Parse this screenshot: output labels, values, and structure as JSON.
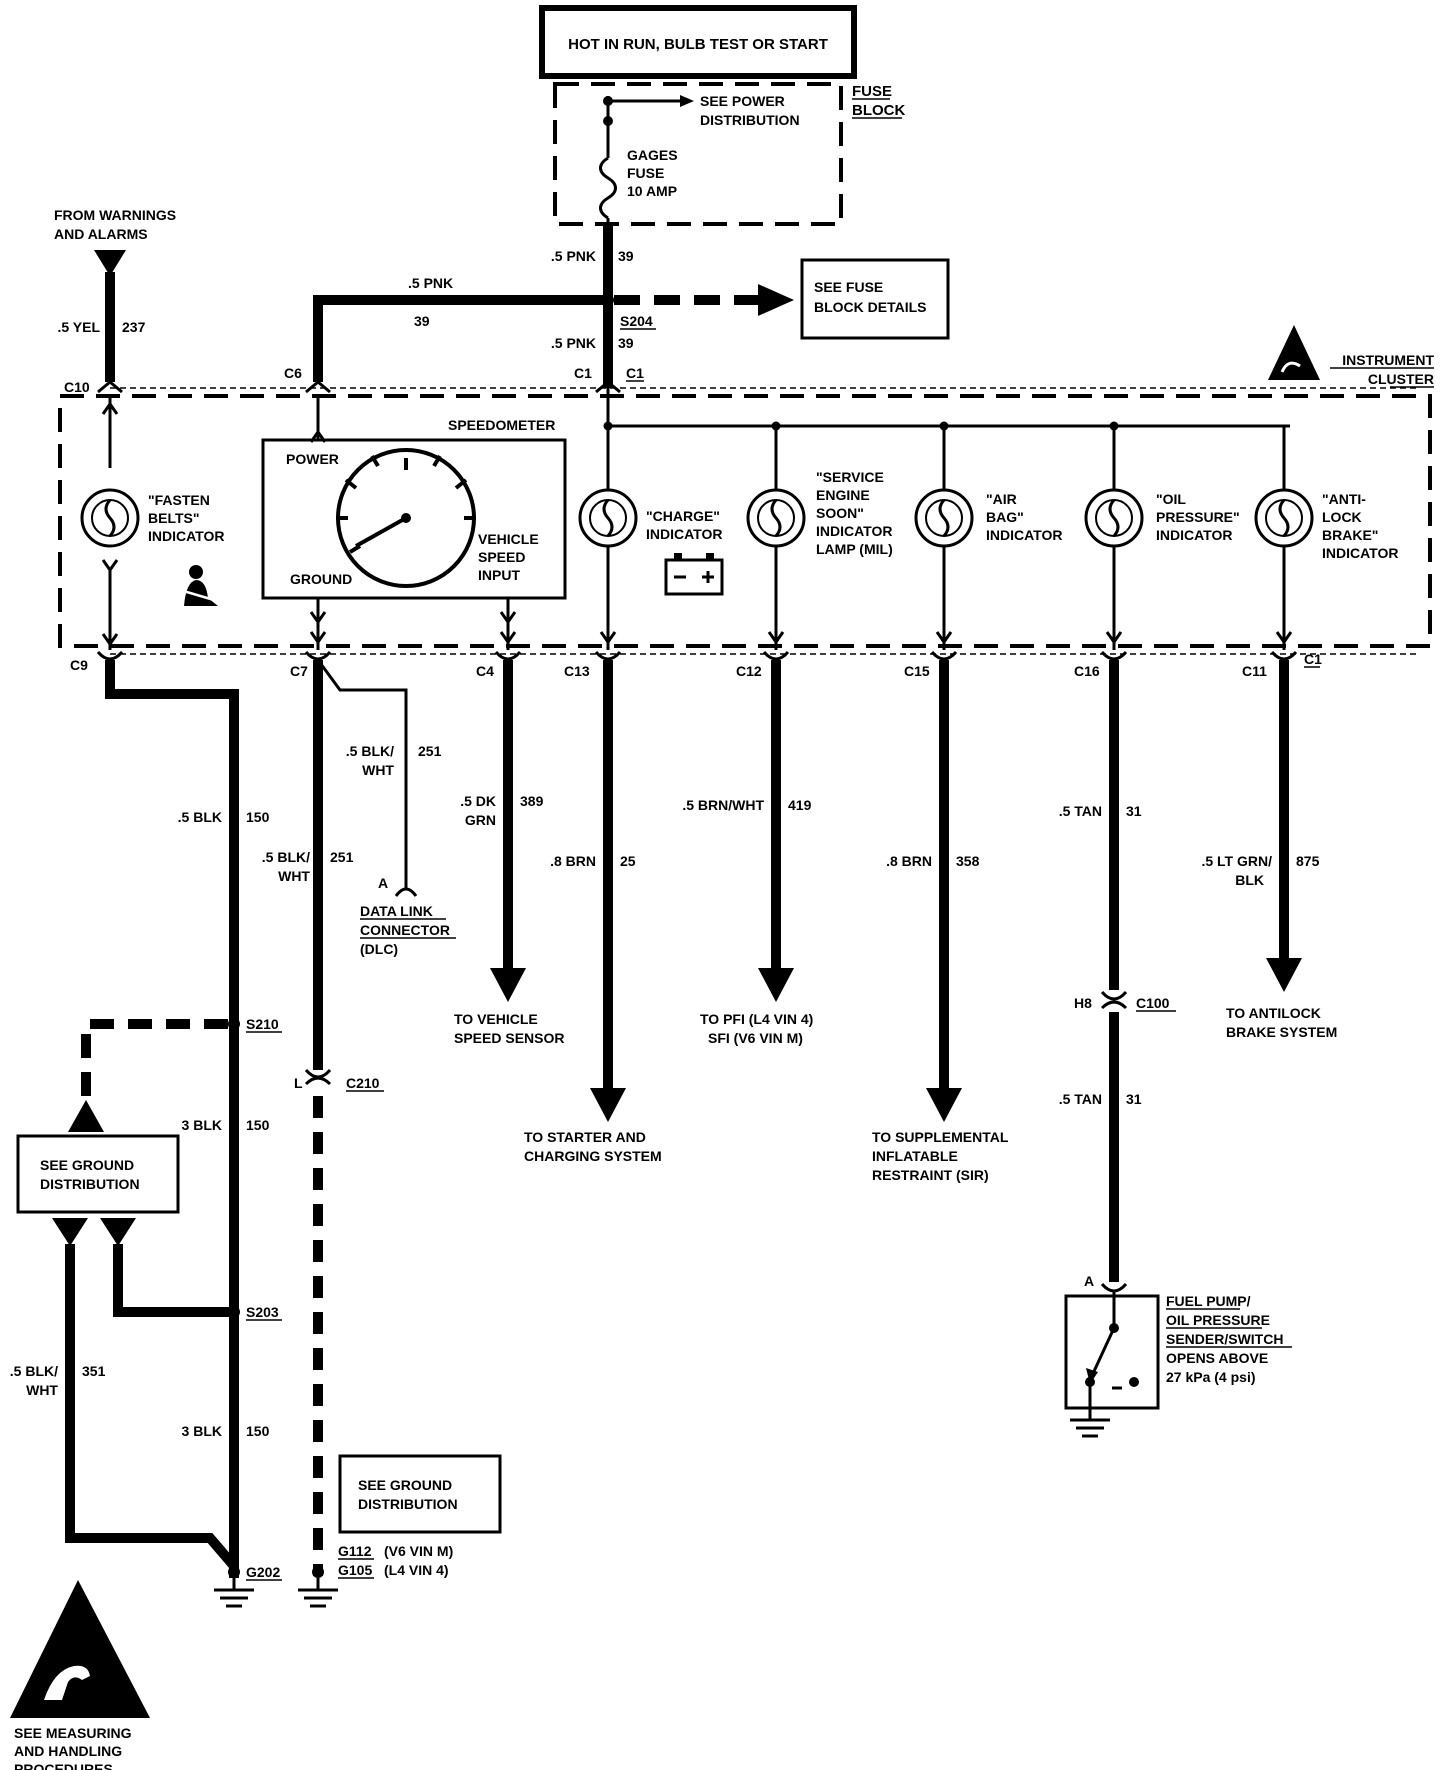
{
  "power": {
    "source_label": "HOT IN RUN, BULB TEST OR START",
    "fuse_block_label": [
      "FUSE",
      "BLOCK"
    ],
    "see_power_distribution": [
      "SEE POWER",
      "DISTRIBUTION"
    ],
    "fuse_label": [
      "GAGES",
      "FUSE",
      "10 AMP"
    ],
    "wire_main_color": ".5 PNK",
    "wire_main_circuit": "39",
    "splice_label": "S204",
    "see_fuse_block_details": [
      "SEE FUSE",
      "BLOCK DETAILS"
    ]
  },
  "warnings": {
    "from_label": [
      "FROM WARNINGS",
      "AND ALARMS"
    ],
    "wire_color": ".5 YEL",
    "wire_circuit": "237"
  },
  "cluster": {
    "label": [
      "INSTRUMENT",
      "CLUSTER"
    ],
    "speedometer_label": "SPEEDOMETER",
    "speedo_power": "POWER",
    "speedo_ground": "GROUND",
    "speedo_input": [
      "VEHICLE",
      "SPEED",
      "INPUT"
    ],
    "indicators": [
      {
        "lines": [
          "\"FASTEN",
          "BELTS\"",
          "INDICATOR"
        ]
      },
      {
        "lines": [
          "\"CHARGE\"",
          "INDICATOR"
        ]
      },
      {
        "lines": [
          "\"SERVICE",
          "ENGINE",
          "SOON\"",
          "INDICATOR",
          "LAMP (MIL)"
        ]
      },
      {
        "lines": [
          "\"AIR",
          "BAG\"",
          "INDICATOR"
        ]
      },
      {
        "lines": [
          "\"OIL",
          "PRESSURE\"",
          "INDICATOR"
        ]
      },
      {
        "lines": [
          "\"ANTI-",
          "LOCK",
          "BRAKE\"",
          "INDICATOR"
        ]
      }
    ]
  },
  "connectors": {
    "c10": "C10",
    "c6": "C6",
    "c1_top_left": "C1",
    "c1_top_right": "C1",
    "c9": "C9",
    "c7": "C7",
    "c4": "C4",
    "c13": "C13",
    "c12": "C12",
    "c15": "C15",
    "c16": "C16",
    "c11": "C11",
    "c1_bottom": "C1",
    "c210": "C210",
    "c210_pin": "L",
    "c100": "C100",
    "c100_pin": "H8",
    "dlc_pin": "A",
    "switch_pin": "A"
  },
  "wires": {
    "c9_color": ".5 BLK",
    "c9_circuit": "150",
    "c7_dlc_color": [
      ".5 BLK/",
      "WHT"
    ],
    "c7_dlc_circuit": "251",
    "c7_main_color": [
      ".5 BLK/",
      "WHT"
    ],
    "c7_main_circuit": "251",
    "c4_color": [
      ".5 DK",
      "GRN"
    ],
    "c4_circuit": "389",
    "c13_color": ".8 BRN",
    "c13_circuit": "25",
    "c12_color": ".5 BRN/WHT",
    "c12_circuit": "419",
    "c15_color": ".8 BRN",
    "c15_circuit": "358",
    "c16_color": ".5 TAN",
    "c16_circuit": "31",
    "c16b_color": ".5 TAN",
    "c16b_circuit": "31",
    "c11_color": [
      ".5 LT GRN/",
      "BLK"
    ],
    "c11_circuit": "875",
    "gnd_a_color": "3 BLK",
    "gnd_a_circuit": "150",
    "gnd_b_color": "3 BLK",
    "gnd_b_circuit": "150",
    "gnd_c_color": [
      ".5 BLK/",
      "WHT"
    ],
    "gnd_c_circuit": "351"
  },
  "destinations": {
    "dlc": [
      "DATA LINK",
      "CONNECTOR",
      "(DLC)"
    ],
    "vss": [
      "TO VEHICLE",
      "SPEED SENSOR"
    ],
    "starter": [
      "TO STARTER AND",
      "CHARGING SYSTEM"
    ],
    "pfi": [
      "TO PFI  (L4  VIN 4)",
      "SFI  (V6  VIN M)"
    ],
    "sir": [
      "TO SUPPLEMENTAL",
      "INFLATABLE",
      "RESTRAINT (SIR)"
    ],
    "abs": [
      "TO ANTILOCK",
      "BRAKE SYSTEM"
    ],
    "switch": [
      "FUEL PUMP/",
      "OIL PRESSURE",
      "SENDER/SWITCH",
      "OPENS ABOVE",
      "27 kPa (4 psi)"
    ]
  },
  "ground": {
    "splice_s210": "S210",
    "splice_s203": "S203",
    "see_ground_left": [
      "SEE GROUND",
      "DISTRIBUTION"
    ],
    "see_ground_right": [
      "SEE GROUND",
      "DISTRIBUTION"
    ],
    "g202": "G202",
    "g112": "G112",
    "g112_note": "(V6  VIN M)",
    "g105": "G105",
    "g105_note": "(L4  VIN 4)"
  },
  "esd_note": [
    "SEE MEASURING",
    "AND HANDLING",
    "PROCEDURES"
  ]
}
